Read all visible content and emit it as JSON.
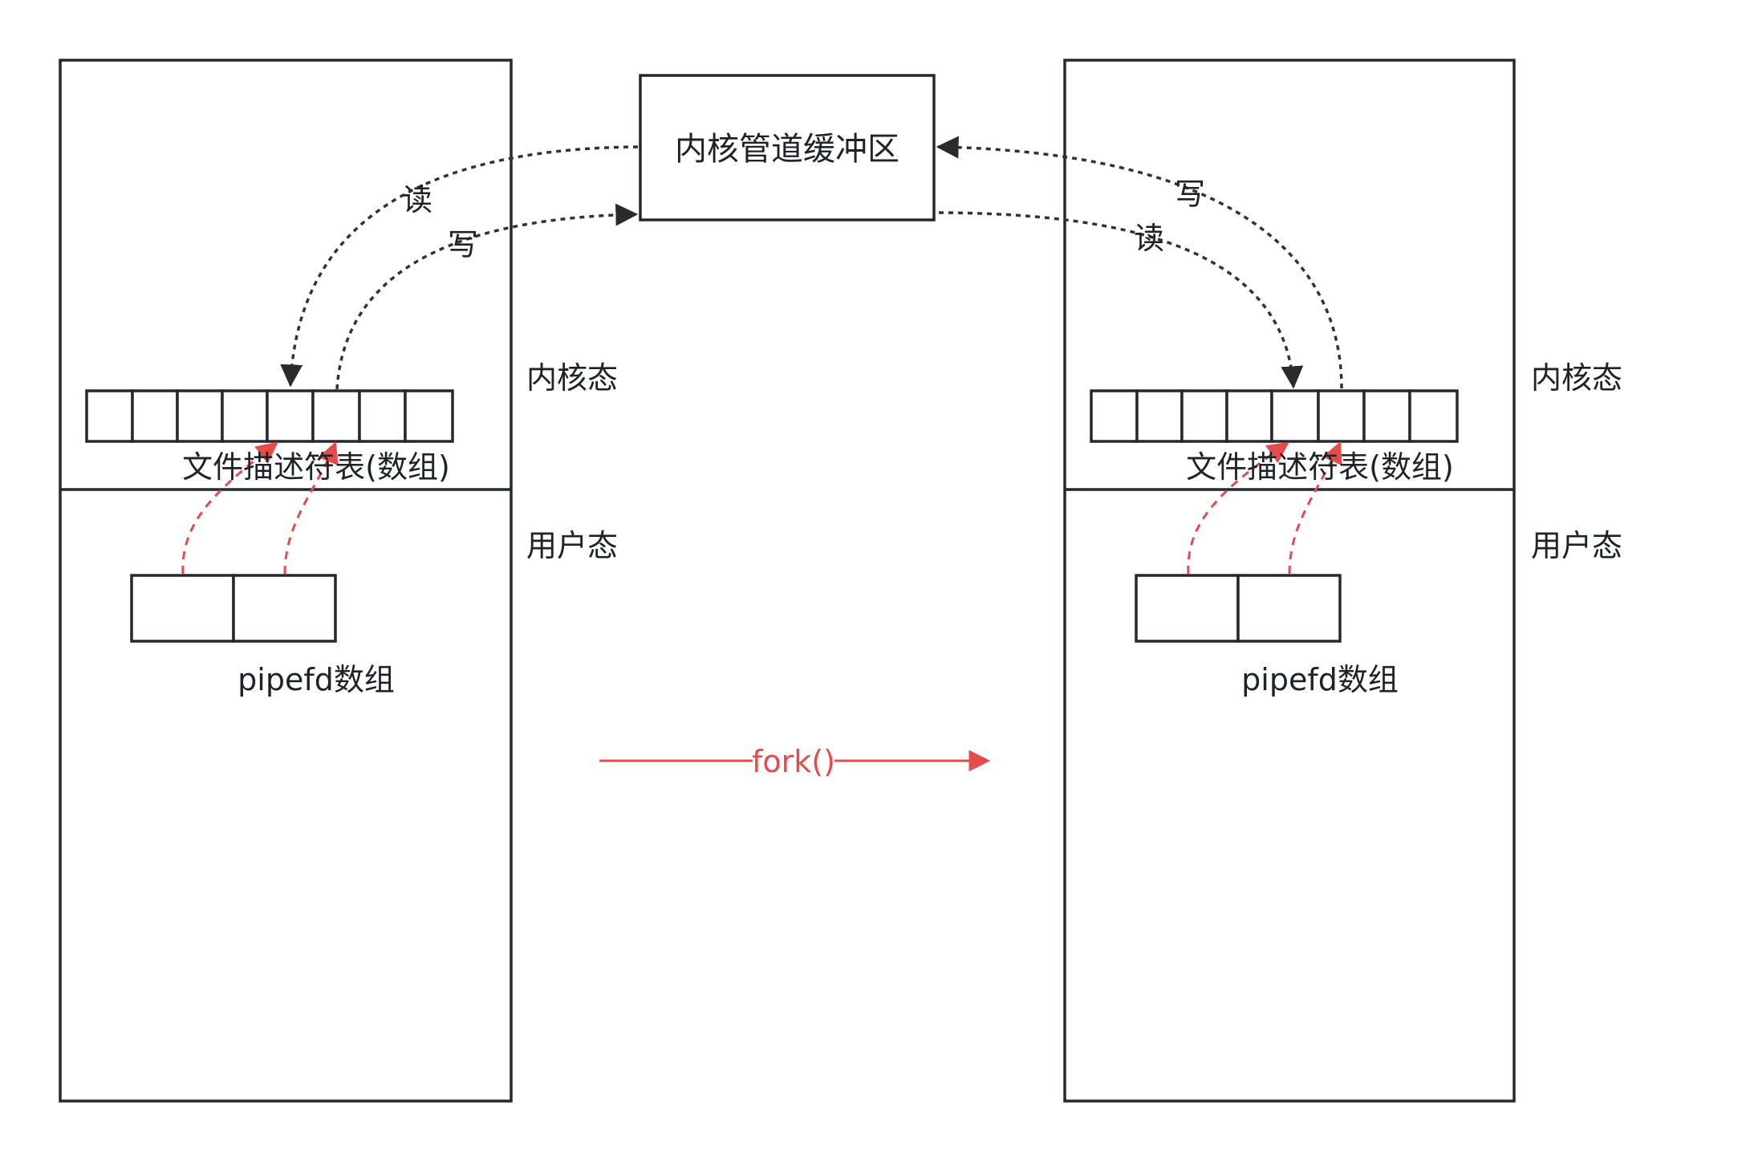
{
  "buffer": {
    "label": "内核管道缓冲区"
  },
  "parent": {
    "kernel_label": "内核态",
    "user_label": "用户态",
    "fd_table_label": "文件描述符表(数组)",
    "pipefd_label": "pipefd数组",
    "read_label": "读",
    "write_label": "写"
  },
  "child": {
    "kernel_label": "内核态",
    "user_label": "用户态",
    "fd_table_label": "文件描述符表(数组)",
    "pipefd_label": "pipefd数组",
    "read_label": "读",
    "write_label": "写"
  },
  "fork": {
    "label": "fork()"
  },
  "colors": {
    "stroke": "#24292f",
    "accent": "#e54b4b",
    "dashed": "#333333"
  }
}
